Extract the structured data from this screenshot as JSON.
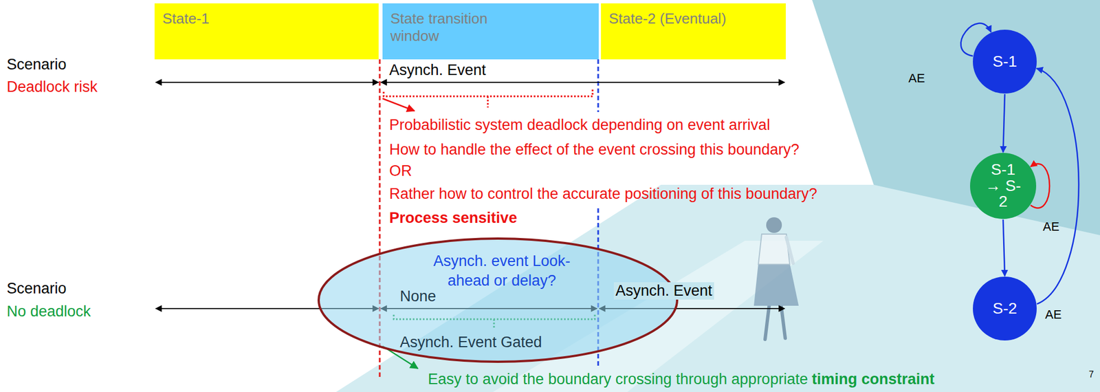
{
  "diagram": {
    "nodes": [
      {
        "text": [
          "State-1"
        ]
      },
      {
        "text": [
          "State transition window"
        ]
      },
      {
        "text": [
          "State-2 (Eventual)"
        ]
      },
      {
        "text": [
          "Asynch. event Look-ahead or delay?",
          "None",
          "Asynch. Event Gated"
        ]
      },
      {
        "text": [
          "S-1"
        ]
      },
      {
        "text": [
          "S-1 → S-2"
        ]
      },
      {
        "text": [
          "S-2"
        ]
      }
    ],
    "edges": [
      {
        "from": 4,
        "to": 4,
        "label": "AE",
        "arrow": "to"
      },
      {
        "from": 4,
        "to": 5,
        "arrow": "to"
      },
      {
        "from": 5,
        "to": 5,
        "label": "AE",
        "arrow": "to"
      },
      {
        "from": 5,
        "to": 6,
        "arrow": "to"
      },
      {
        "from": 6,
        "to": 4,
        "label": "AE",
        "arrow": "to"
      }
    ],
    "labels": [
      "Scenario",
      "Deadlock risk",
      "Asynch. Event",
      "Probabilistic system deadlock depending on event arrival",
      "How to handle the effect of the event crossing this boundary?",
      "OR",
      "Rather how to control the accurate positioning of this boundary?",
      "Process sensitive",
      "Scenario",
      "No deadlock",
      "Asynch. Event",
      "Easy to avoid the boundary crossing through appropriate",
      "timing constraint",
      "7"
    ]
  }
}
